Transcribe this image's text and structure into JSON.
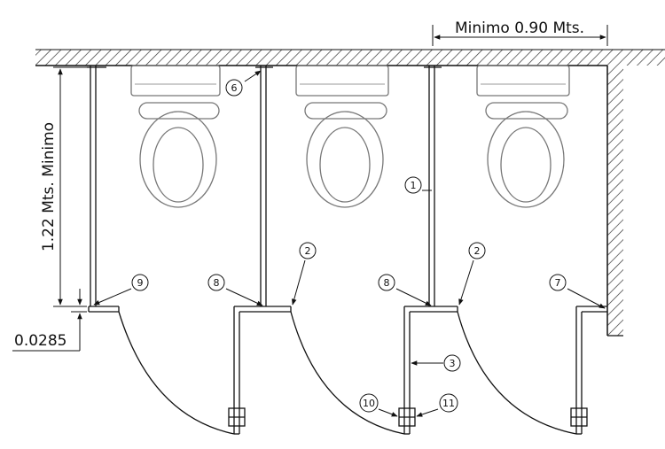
{
  "dimensions": {
    "width_label": "Minimo 0.90 Mts.",
    "depth_label": "1.22 Mts. Minimo",
    "gap_label": "0.0285"
  },
  "callouts": [
    "1",
    "2",
    "2",
    "3",
    "6",
    "7",
    "8",
    "8",
    "9",
    "10",
    "11"
  ],
  "colors": {
    "line": "#111111",
    "hatch": "#333333",
    "background": "#ffffff"
  }
}
